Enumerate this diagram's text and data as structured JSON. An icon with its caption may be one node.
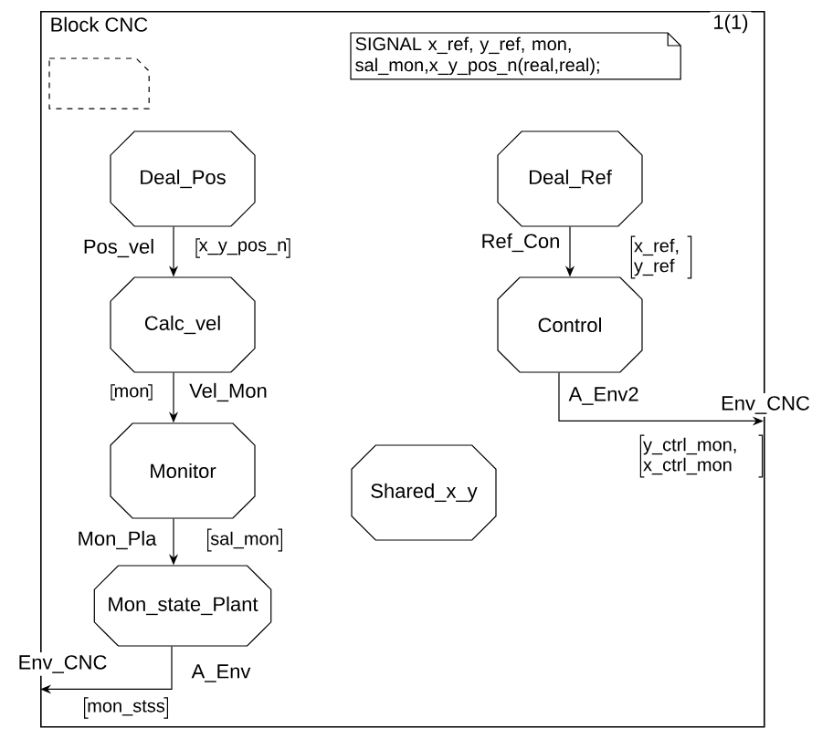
{
  "diagram": {
    "nodes": [
      {
        "text": [
          "Block CNC"
        ]
      },
      {
        "text": [
          "SIGNAL x_ref, y_ref, mon, sal_mon,x_y_pos_n(real,real);"
        ],
        "in": 0
      },
      {
        "text": [],
        "shape": "note",
        "in": 0
      },
      {
        "text": [
          "Deal_Pos"
        ],
        "in": 0
      },
      {
        "text": [
          "Calc_vel"
        ],
        "in": 0
      },
      {
        "text": [
          "Monitor"
        ],
        "in": 0
      },
      {
        "text": [
          "Mon_state_Plant"
        ],
        "in": 0
      },
      {
        "text": [
          "Deal_Ref"
        ],
        "in": 0
      },
      {
        "text": [
          "Control"
        ],
        "in": 0
      },
      {
        "text": [
          "Shared_x_y"
        ],
        "in": 0
      },
      {
        "text": [
          "Env_CNC"
        ]
      },
      {
        "text": [
          "Env_CNC"
        ]
      }
    ],
    "edges": [
      {
        "from": 3,
        "to": 4,
        "arrow": "to",
        "label": "Pos_vel"
      },
      {
        "from": 4,
        "to": 5,
        "arrow": "to",
        "label": "Vel_Mon"
      },
      {
        "from": 5,
        "to": 6,
        "arrow": "to",
        "label": "Mon_Pla"
      },
      {
        "from": 6,
        "to": 10,
        "arrow": "to",
        "label": "A_Env"
      },
      {
        "from": 7,
        "to": 8,
        "arrow": "to",
        "label": "Ref_Con"
      },
      {
        "from": 8,
        "to": 11,
        "arrow": "to",
        "label": "A_Env2"
      }
    ],
    "labels": [
      "1(1)",
      "x_y_pos_n",
      "x_ref, y_ref",
      "mon",
      "y_ctrl_mon, x_ctrl_mon",
      "sal_mon",
      "mon_stss"
    ]
  }
}
